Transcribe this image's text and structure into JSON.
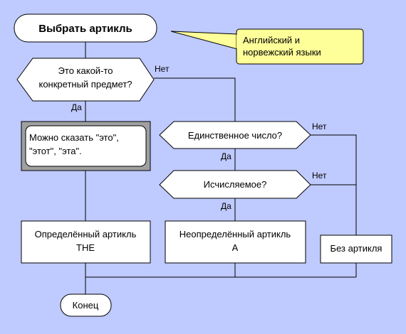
{
  "start": {
    "label": "Выбрать артикль"
  },
  "note": {
    "line1": "Английский и",
    "line2": "норвежский языки"
  },
  "decision_specific": {
    "line1": "Это какой-то",
    "line2": "конкретный предмет?"
  },
  "decision_singular": {
    "label": "Единственное число?"
  },
  "decision_countable": {
    "label": "Исчисляемое?"
  },
  "process_this": {
    "line1": "Можно сказать \"это\",",
    "line2": "\"этот\", \"эта\"."
  },
  "box_definite": {
    "line1": "Определённый артикль",
    "line2": "THE"
  },
  "box_indefinite": {
    "line1": "Неопределённый артикль",
    "line2": "A"
  },
  "box_none": {
    "label": "Без артикля"
  },
  "end": {
    "label": "Конец"
  },
  "labels": {
    "no_specific": "Нет",
    "yes_specific": "Да",
    "no_singular": "Нет",
    "yes_singular": "Да",
    "no_countable": "Нет",
    "yes_countable": "Да"
  },
  "colors": {
    "background": "#bfcaff",
    "note_fill": "#ffff99",
    "node_fill": "#ffffff",
    "process_frame": "#a0a0a0"
  }
}
